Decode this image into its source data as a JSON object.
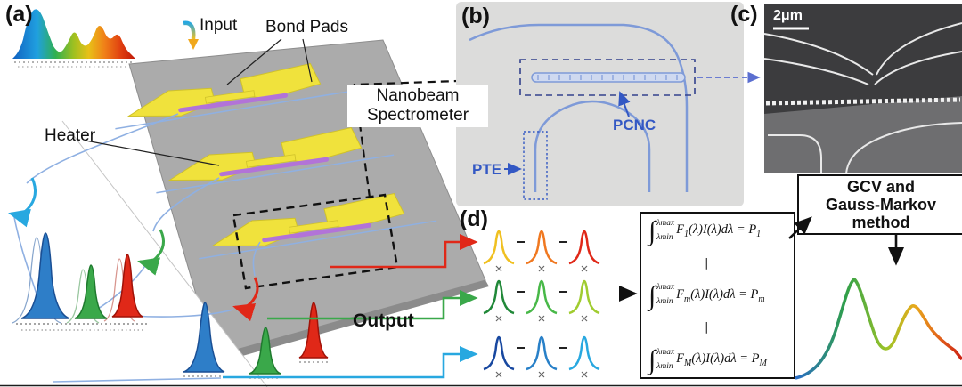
{
  "colors": {
    "bond_pad_yellow": "#f0e23c",
    "heater_purple": "#b273d8",
    "waveguide_blue": "#7e9ad8",
    "chip_gray": "#ababab",
    "panel_b_bg": "#dcdcdb",
    "accent_red": "#e02818",
    "accent_green": "#3aa84a",
    "accent_cyan": "#28a8e0",
    "accent_blue": "#2e7ec8",
    "label_blue": "#3358c4"
  },
  "panel_a": {
    "label": "(a)",
    "input": "Input",
    "bond_pads": "Bond Pads",
    "heater": "Heater",
    "output": "Output"
  },
  "connector": {
    "line1": "Nanobeam",
    "line2": "Spectrometer"
  },
  "panel_b": {
    "label": "(b)",
    "pcnc": "PCNC",
    "pte": "PTE"
  },
  "panel_c": {
    "label": "(c)",
    "scale": "2μm"
  },
  "panel_d": {
    "label": "(d)"
  },
  "equations": {
    "integral": "∫",
    "separator": "∣",
    "rows": [
      {
        "upper": "λmax",
        "lower": "λmin",
        "f": "F",
        "f_sub": "1",
        "mid": "(λ)I(λ)dλ = ",
        "p": "P",
        "p_sub": "1"
      },
      {
        "upper": "λmax",
        "lower": "λmin",
        "f": "F",
        "f_sub": "m",
        "mid": "(λ)I(λ)dλ = ",
        "p": "P",
        "p_sub": "m"
      },
      {
        "upper": "λmax",
        "lower": "λmin",
        "f": "F",
        "f_sub": "M",
        "mid": "(λ)I(λ)dλ = ",
        "p": "P",
        "p_sub": "M"
      }
    ]
  },
  "method_box": {
    "line1": "GCV and",
    "line2": "Gauss-Markov",
    "line3": "method"
  }
}
